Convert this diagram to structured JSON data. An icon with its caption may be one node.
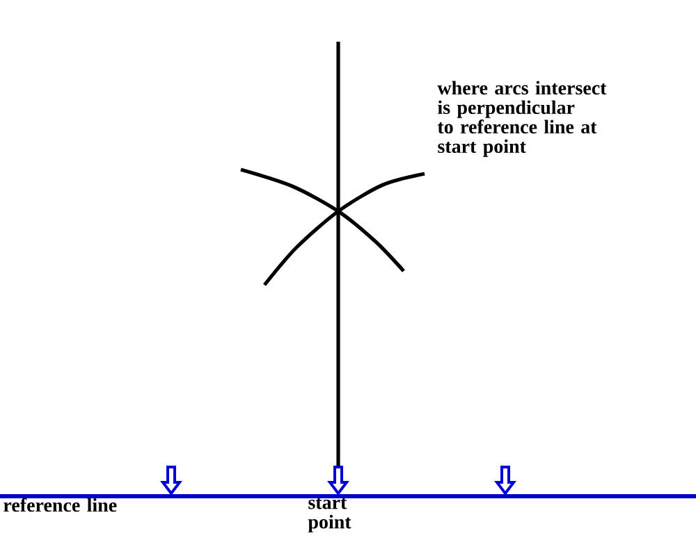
{
  "diagram": {
    "labels": [
      "where arcs intersect is perpendicular to reference line at start point",
      "reference line",
      "start point"
    ]
  }
}
